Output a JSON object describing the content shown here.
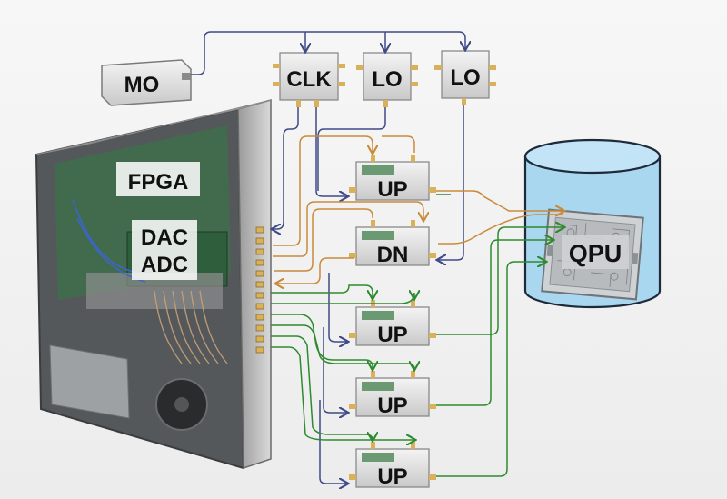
{
  "labels": {
    "mo": "MO",
    "clk": "CLK",
    "lo1": "LO",
    "lo2": "LO",
    "fpga": "FPGA",
    "dac": "DAC",
    "adc": "ADC",
    "up1": "UP",
    "dn": "DN",
    "up2": "UP",
    "up3": "UP",
    "up4": "UP",
    "qpu": "QPU"
  },
  "colors": {
    "reference": "#3f4a86",
    "clock_lo": "#3f4a86",
    "control_out": "#2e8a2e",
    "readout": "#c98a3a",
    "cryostat_fill": "#a8d7ef",
    "cryostat_stroke": "#1e2a3a"
  },
  "icons": {
    "pc": "computer-tower-icon",
    "module": "rf-module-icon",
    "chip": "qpu-chip-icon"
  }
}
